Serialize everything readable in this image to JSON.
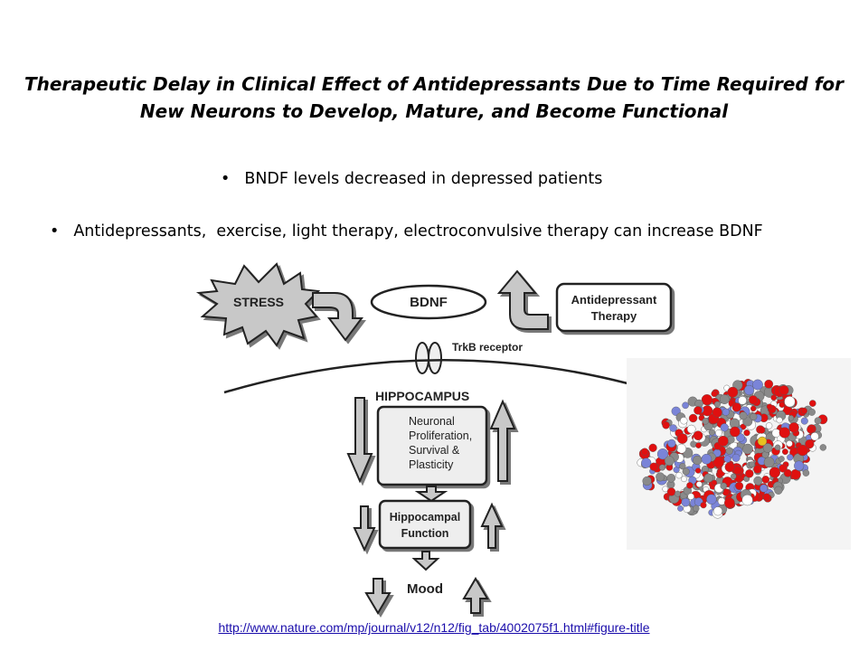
{
  "title": {
    "line1": "Therapeutic Delay in Clinical Effect of Antidepressants Due to Time Required for",
    "line2": "New Neurons to Develop, Mature, and Become Functional"
  },
  "bullets": [
    "BNDF levels decreased in depressed patients",
    "Antidepressants,  exercise, light therapy, electroconvulsive therapy can increase BDNF"
  ],
  "diagram": {
    "stress": "STRESS",
    "bdnf": "BDNF",
    "antidepressant_line1": "Antidepressant",
    "antidepressant_line2": "Therapy",
    "trkb": "TrkB receptor",
    "hippocampus": "HIPPOCAMPUS",
    "neuronal_line1": "Neuronal",
    "neuronal_line2": "Proliferation,",
    "neuronal_line3": "Survival &",
    "neuronal_line4": "Plasticity",
    "hippocampal_line1": "Hippocampal",
    "hippocampal_line2": "Function",
    "mood": "Mood"
  },
  "source_link": "http://www.nature.com/mp/journal/v12/n12/fig_tab/4002075f1.html#figure-title",
  "colors": {
    "arrow_fill": "#c8c8c8",
    "box_fill": "#eeeeee",
    "link": "#1a0dab",
    "oxygen": "#e01010",
    "carbon": "#8a8a8a",
    "nitrogen": "#7a84d8"
  }
}
